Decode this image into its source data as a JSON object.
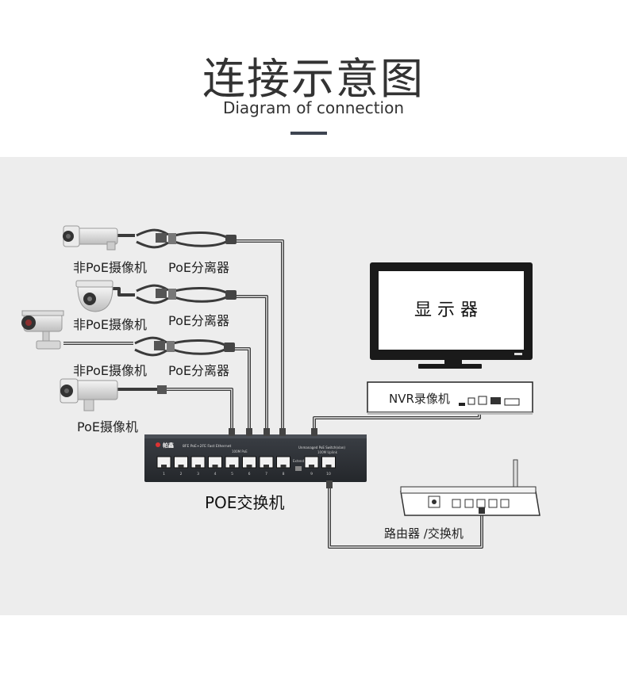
{
  "header": {
    "title": "连接示意图",
    "subtitle": "Diagram of connection"
  },
  "labels": {
    "non_poe_camera": "非PoE摄像机",
    "poe_splitter": "PoE分离器",
    "poe_camera": "PoE摄像机",
    "monitor": "显 示 器",
    "nvr": "NVR录像机",
    "switch": "POE交换机",
    "router": "路由器 /交换机"
  },
  "switch_panel": {
    "brand": "帕鑫",
    "spec": "8FE PoE+2FE Fast Ethernet",
    "poe_label": "100M PoE",
    "uplink_title": "Unmanaged PoE Switch(vlan)",
    "uplink_label": "100M Uplink",
    "extend_label": "Extend",
    "port_numbers": [
      "1",
      "2",
      "3",
      "4",
      "5",
      "6",
      "7",
      "8",
      "9",
      "10"
    ]
  },
  "colors": {
    "panel_bg": "#ededed",
    "switch_body": "#2f3338",
    "cable": "#3a3a3a",
    "cable_highlight": "#e8e8e8"
  }
}
